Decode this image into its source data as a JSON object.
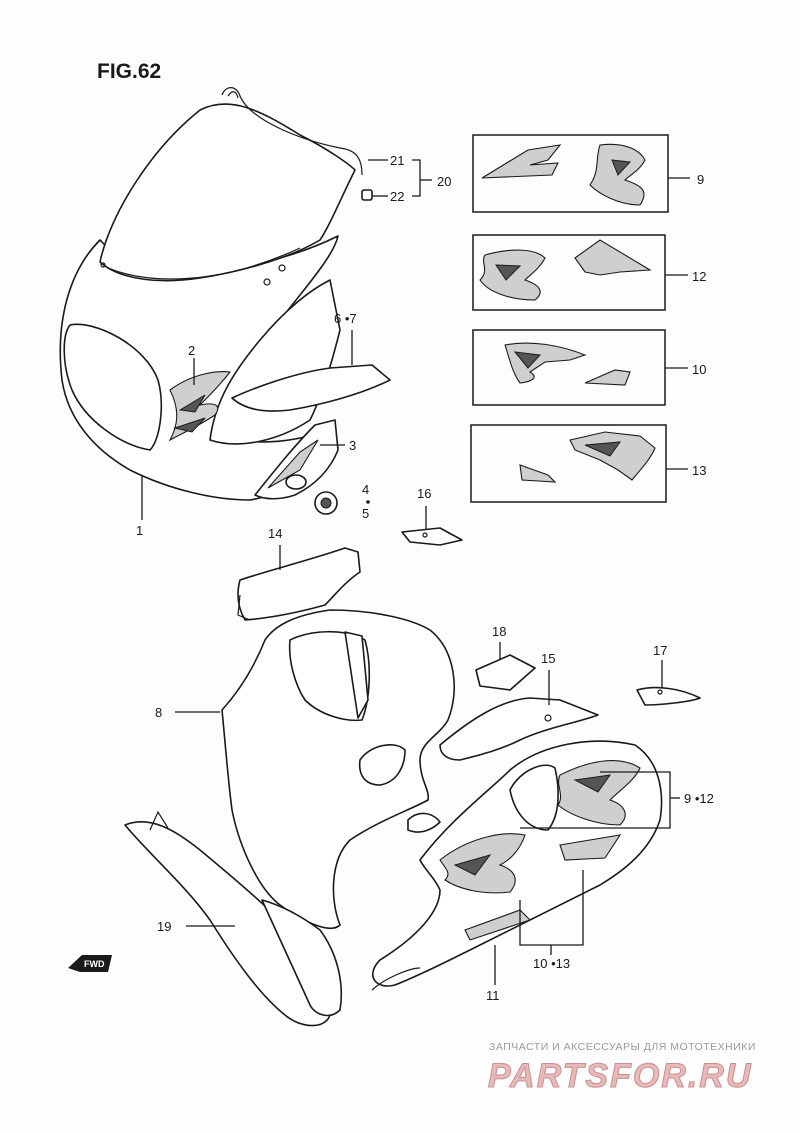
{
  "figure": {
    "title": "FIG.62"
  },
  "labels": {
    "p1": "1",
    "p2": "2",
    "p3": "3",
    "p4": "4",
    "p5": "5",
    "p6_7": "6 •7",
    "p8": "8",
    "p9": "9",
    "p10": "10",
    "p11": "11",
    "p12": "12",
    "p13": "13",
    "p14": "14",
    "p15": "15",
    "p16": "16",
    "p17": "17",
    "p18": "18",
    "p19": "19",
    "p20": "20",
    "p21": "21",
    "p22": "22",
    "p9_12": "9 •12",
    "p10_13": "10 •13"
  },
  "direction_badge": {
    "text": "FWD"
  },
  "watermark": {
    "caption": "ЗАПЧАСТИ И АКСЕССУАРЫ ДЛЯ МОТОТЕХНИКИ",
    "brand": "PARTSFOR.RU",
    "color": "#e8b9b9"
  }
}
